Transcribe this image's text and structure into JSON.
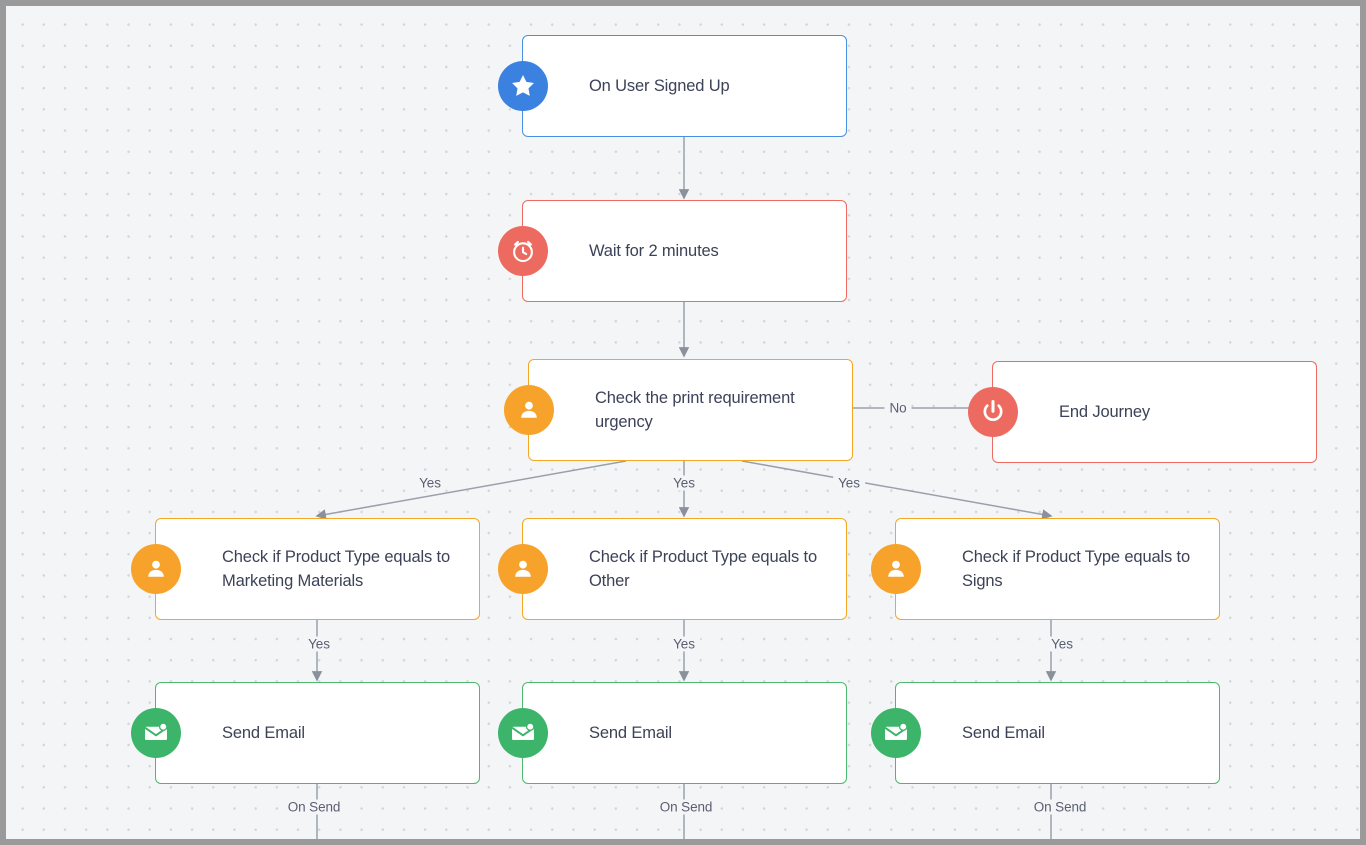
{
  "canvas": {
    "background_color": "#f4f5f7",
    "grid": "dot-grid",
    "frame_color": "#9a9a9a"
  },
  "palette": {
    "trigger_blue": "#4a90e2",
    "trigger_badge_blue": "#3b82e0",
    "wait_red": "#ef6a61",
    "wait_badge_red": "#ed6a60",
    "condition_orange": "#f5a623",
    "condition_badge_orange": "#f7a32b",
    "email_green": "#4cb870",
    "email_badge_green": "#3cb46a",
    "end_red": "#ef6a61",
    "text_color": "#3c4257",
    "edge_color": "#9aa0ab",
    "edge_label_color": "#5a6072"
  },
  "nodes": {
    "trigger": {
      "label": "On User Signed Up",
      "icon": "star-icon",
      "type": "trigger"
    },
    "wait": {
      "label": "Wait for 2 minutes",
      "icon": "alarm-clock-icon",
      "type": "delay"
    },
    "condition_urgency": {
      "label": "Check the print requirement urgency",
      "icon": "user-icon",
      "type": "condition"
    },
    "end_journey": {
      "label": "End Journey",
      "icon": "power-icon",
      "type": "exit"
    },
    "condition_marketing": {
      "label": "Check if Product Type equals to Marketing Materials",
      "icon": "user-icon",
      "type": "condition"
    },
    "condition_other": {
      "label": "Check if Product Type equals to Other",
      "icon": "user-icon",
      "type": "condition"
    },
    "condition_signs": {
      "label": "Check if Product Type equals to Signs",
      "icon": "user-icon",
      "type": "condition"
    },
    "email_left": {
      "label": "Send Email",
      "icon": "envelope-icon",
      "type": "action"
    },
    "email_center": {
      "label": "Send Email",
      "icon": "envelope-icon",
      "type": "action"
    },
    "email_right": {
      "label": "Send Email",
      "icon": "envelope-icon",
      "type": "action"
    }
  },
  "edge_labels": {
    "no_exit": "No",
    "yes_left": "Yes",
    "yes_center": "Yes",
    "yes_right": "Yes",
    "yes_marketing": "Yes",
    "yes_other": "Yes",
    "yes_signs": "Yes",
    "on_send_left": "On Send",
    "on_send_center": "On Send",
    "on_send_right": "On Send"
  }
}
